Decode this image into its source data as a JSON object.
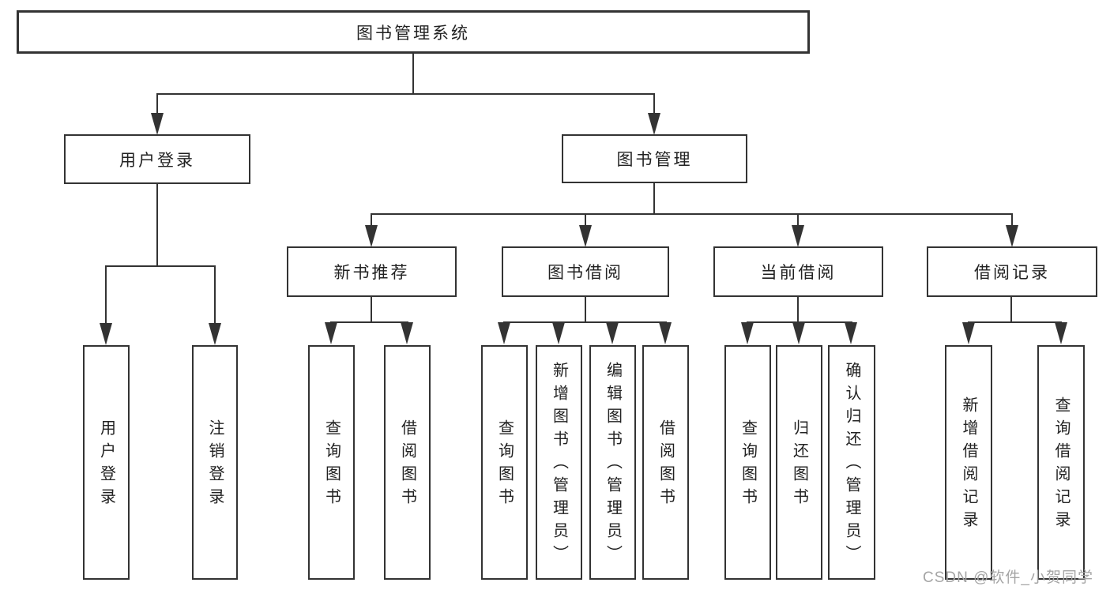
{
  "diagram": {
    "root": {
      "label": "图书管理系统"
    },
    "level2": [
      {
        "label": "用户登录"
      },
      {
        "label": "图书管理"
      }
    ],
    "level3": [
      {
        "label": "新书推荐"
      },
      {
        "label": "图书借阅"
      },
      {
        "label": "当前借阅"
      },
      {
        "label": "借阅记录"
      }
    ],
    "leaves": {
      "user_login": [
        "用户登录",
        "注销登录"
      ],
      "new_book_recommend": [
        "查询图书",
        "借阅图书"
      ],
      "book_borrow": [
        "查询图书",
        "新增图书（管理员）",
        "编辑图书（管理员）",
        "借阅图书"
      ],
      "current_borrow": [
        "查询图书",
        "归还图书",
        "确认归还（管理员）"
      ],
      "borrow_record": [
        "新增借阅记录",
        "查询借阅记录"
      ]
    },
    "watermark": "CSDN @软件_小贺同学",
    "colors": {
      "line": "#333333",
      "text": "#222222",
      "watermark": "#a5a5a5",
      "background": "#ffffff"
    }
  }
}
